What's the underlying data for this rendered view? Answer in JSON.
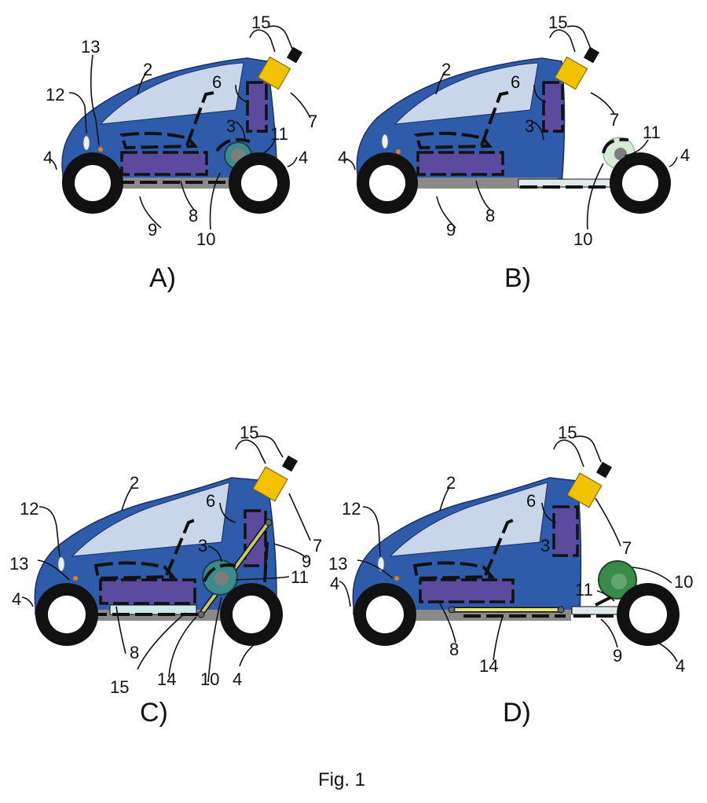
{
  "figure": {
    "caption": "Fig. 1",
    "colors": {
      "body": "#2f5bab",
      "window": "#c9d6ea",
      "battery": "#5b4a9e",
      "module": "#f2c200",
      "chassis": "#8a8a8a",
      "wheel": "#111111",
      "motor_green": "#3a8a4a",
      "rail": "#c8c86a",
      "light_panel": "#cde8e8",
      "lamp": "#e08020"
    },
    "panels": [
      {
        "label": "A)",
        "callouts": [
          "15",
          "13",
          "2",
          "12",
          "6",
          "7",
          "3",
          "11",
          "4",
          "4",
          "9",
          "8",
          "10"
        ]
      },
      {
        "label": "B)",
        "callouts": [
          "15",
          "2",
          "6",
          "7",
          "3",
          "11",
          "4",
          "4",
          "9",
          "8",
          "10"
        ]
      },
      {
        "label": "C)",
        "callouts": [
          "15",
          "2",
          "12",
          "6",
          "7",
          "9",
          "3",
          "13",
          "11",
          "4",
          "8",
          "15",
          "14",
          "10",
          "4"
        ]
      },
      {
        "label": "D)",
        "callouts": [
          "15",
          "2",
          "12",
          "6",
          "13",
          "7",
          "3",
          "10",
          "4",
          "11",
          "8",
          "14",
          "9",
          "4"
        ]
      }
    ]
  }
}
